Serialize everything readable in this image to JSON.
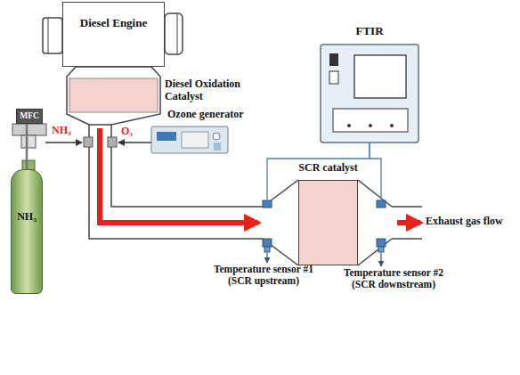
{
  "diagram": {
    "nodes": [
      {
        "text": [
          "Diesel Engine"
        ]
      },
      {
        "text": [
          "Diesel Oxidation Catalyst"
        ]
      },
      {
        "text": [
          "MFC"
        ]
      },
      {
        "text": [
          "NH₃"
        ]
      },
      {
        "text": [
          "Ozone generator"
        ]
      },
      {
        "text": [
          "FTIR"
        ]
      },
      {
        "text": [
          "SCR catalyst"
        ]
      },
      {
        "text": [
          "Temperature sensor #1 (SCR upstream)"
        ]
      },
      {
        "text": [
          "Temperature sensor #2 (SCR downstream)"
        ]
      }
    ],
    "edges": [
      {
        "from": 3,
        "to": 2,
        "arrow": "none"
      },
      {
        "from": 1,
        "to": 6,
        "arrow": "to"
      },
      {
        "from": 5,
        "to": 6,
        "arrow": "none"
      },
      {
        "from": 5,
        "to": 6,
        "arrow": "none"
      },
      {
        "from": 6,
        "to": 7,
        "arrow": "to"
      },
      {
        "from": 6,
        "to": 8,
        "arrow": "to"
      }
    ],
    "labels": [
      "NH₃",
      "O₃",
      "Exhaust gas flow"
    ]
  }
}
